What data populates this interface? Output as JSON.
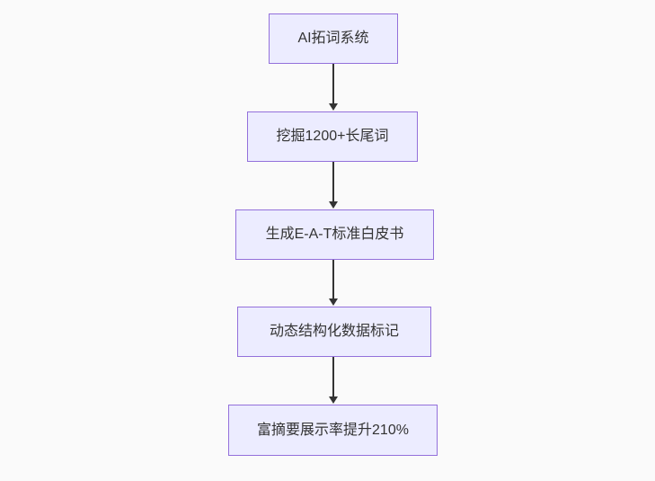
{
  "diagram": {
    "type": "flowchart",
    "direction": "top-down",
    "nodes": [
      {
        "id": "A",
        "label": "AI拓词系统"
      },
      {
        "id": "B",
        "label": "挖掘1200+长尾词"
      },
      {
        "id": "C",
        "label": "生成E-A-T标准白皮书"
      },
      {
        "id": "D",
        "label": "动态结构化数据标记"
      },
      {
        "id": "E",
        "label": "富摘要展示率提升210%"
      }
    ],
    "edges": [
      {
        "from": "A",
        "to": "B"
      },
      {
        "from": "B",
        "to": "C"
      },
      {
        "from": "C",
        "to": "D"
      },
      {
        "from": "D",
        "to": "E"
      }
    ],
    "colors": {
      "node_fill": "#ECECFF",
      "node_border": "#9370DB",
      "arrow": "#333333",
      "text": "#333333",
      "canvas_background": "#FAFAFA"
    }
  }
}
